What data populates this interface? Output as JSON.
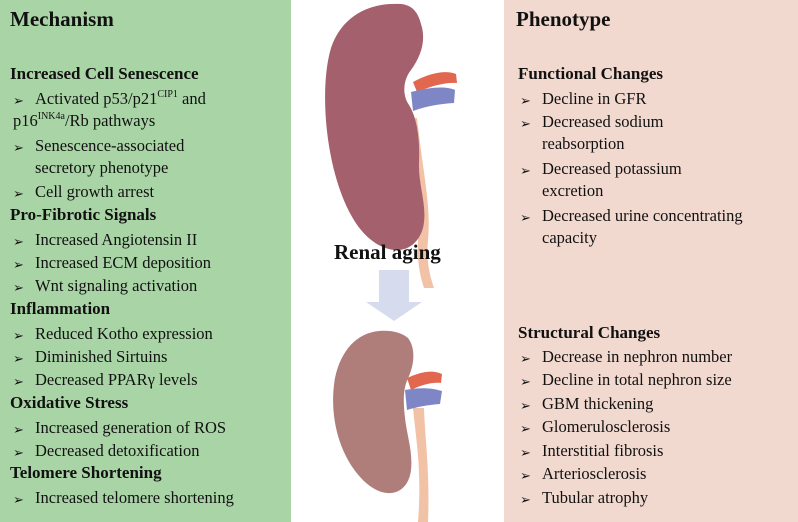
{
  "mechanism": {
    "title": "Mechanism",
    "sections": [
      {
        "heading": "Increased Cell Senescence",
        "items": [
          {
            "pre": "Activated p53/p21",
            "sup1": "CIP1",
            "mid": " and",
            "line2": "p16",
            "sup2": "INK4a",
            "post": "/Rb pathways"
          },
          {
            "text": "Senescence-associated",
            "line2": "secretory phenotype"
          },
          {
            "text": "Cell growth arrest"
          }
        ]
      },
      {
        "heading": "Pro-Fibrotic Signals",
        "items": [
          {
            "text": "Increased Angiotensin II"
          },
          {
            "text": "Increased ECM deposition"
          },
          {
            "text": "Wnt signaling activation"
          }
        ]
      },
      {
        "heading": "Inflammation",
        "items": [
          {
            "text": "Reduced Kotho expression"
          },
          {
            "text": "Diminished Sirtuins"
          },
          {
            "text": "Decreased PPARγ levels"
          }
        ]
      },
      {
        "heading": "Oxidative Stress",
        "items": [
          {
            "text": "Increased generation of ROS"
          },
          {
            "text": "Decreased detoxification"
          }
        ]
      },
      {
        "heading": "Telomere Shortening",
        "items": [
          {
            "text": "Increased telomere shortening"
          }
        ]
      }
    ]
  },
  "phenotype": {
    "title": "Phenotype",
    "functional": {
      "heading": "Functional Changes",
      "items": [
        {
          "text": "Decline in GFR"
        },
        {
          "text": "Decreased sodium",
          "line2": "reabsorption"
        },
        {
          "text": "Decreased potassium",
          "line2": "excretion"
        },
        {
          "text": "Decreased urine concentrating",
          "line2": "capacity"
        }
      ]
    },
    "structural": {
      "heading": "Structural  Changes",
      "items": [
        {
          "text": "Decrease in nephron number"
        },
        {
          "text": "Decline in total nephron size"
        },
        {
          "text": "GBM thickening"
        },
        {
          "text": "Glomerulosclerosis"
        },
        {
          "text": "Interstitial fibrosis"
        },
        {
          "text": "Arteriosclerosis"
        },
        {
          "text": "Tubular atrophy"
        }
      ]
    }
  },
  "center": {
    "label": "Renal aging"
  },
  "colors": {
    "mechanism_bg": "#a9d5a6",
    "phenotype_bg": "#f2d9cf",
    "young_kidney": "#a4606d",
    "old_kidney": "#b07e7a",
    "artery": "#e1674f",
    "vein": "#7f86c5",
    "ureter": "#f2c2a6",
    "arrow": "#d6dbee"
  },
  "icons": {
    "bullet": "arrowhead-bullet-icon"
  }
}
